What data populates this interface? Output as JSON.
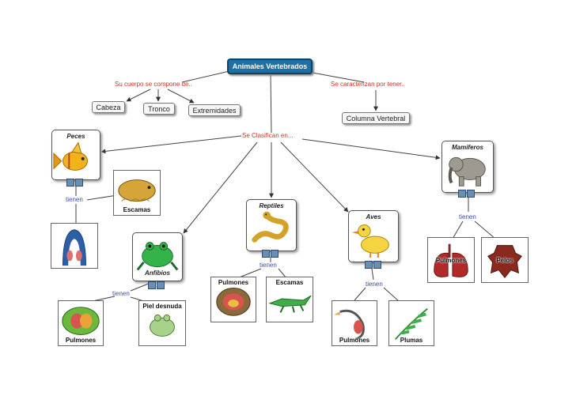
{
  "root": "Animales Vertebrados",
  "links": {
    "cuerpo": "Su cuerpo se compone de..",
    "caracteriza": "Se caracterizan por tener..",
    "clasifican": "Se Clasifican en...",
    "tienen": "tienen"
  },
  "body_parts": [
    "Cabeza",
    "Tronco",
    "Extremidades"
  ],
  "trait": "Columna Vertebral",
  "classes": {
    "peces": "Peces",
    "anfibios": "Anfibios",
    "reptiles": "Reptiles",
    "aves": "Aves",
    "mamiferos": "Mamiferos"
  },
  "features": {
    "peces_escamas": "Escamas",
    "peces_branquias": "",
    "anfibios_pulmones": "Pulmones",
    "anfibios_piel": "Piel desnuda",
    "reptiles_pulmones": "Pulmones",
    "reptiles_escamas": "Escamas",
    "aves_pulmones": "Pulmones",
    "aves_plumas": "Plumas",
    "mamiferos_pulmones": "Pulmones",
    "mamiferos_pelos": "Pelos"
  },
  "colors": {
    "root_bg": "#1e6fa3",
    "link_red": "#c0392b",
    "link_blue": "#3a4ea8"
  }
}
